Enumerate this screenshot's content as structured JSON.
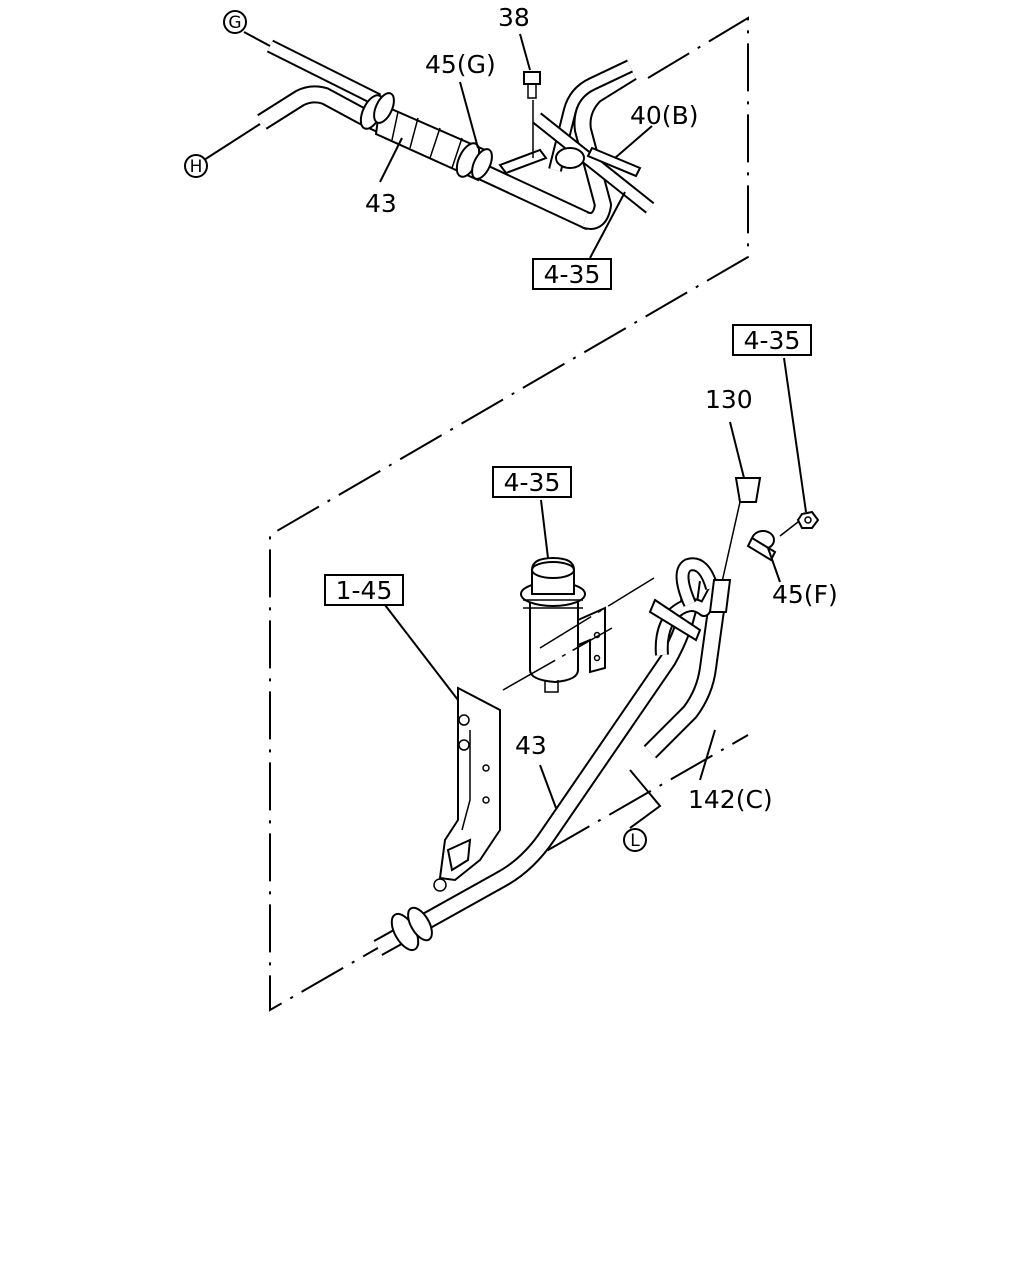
{
  "callouts": {
    "g_marker": "G",
    "h_marker": "H",
    "l_marker": "L",
    "bolt_38": "38",
    "clamp_45g": "45(G)",
    "clamp_40b": "40(B)",
    "hose_43_top": "43",
    "ref_4_35_top": "4-35",
    "ref_4_35_right": "4-35",
    "ref_4_35_tank": "4-35",
    "ref_1_45": "1-45",
    "part_130": "130",
    "clamp_45f": "45(F)",
    "hose_43_bottom": "43",
    "hose_142c": "142(C)"
  },
  "colors": {
    "ink": "#000000",
    "paper": "#ffffff"
  }
}
